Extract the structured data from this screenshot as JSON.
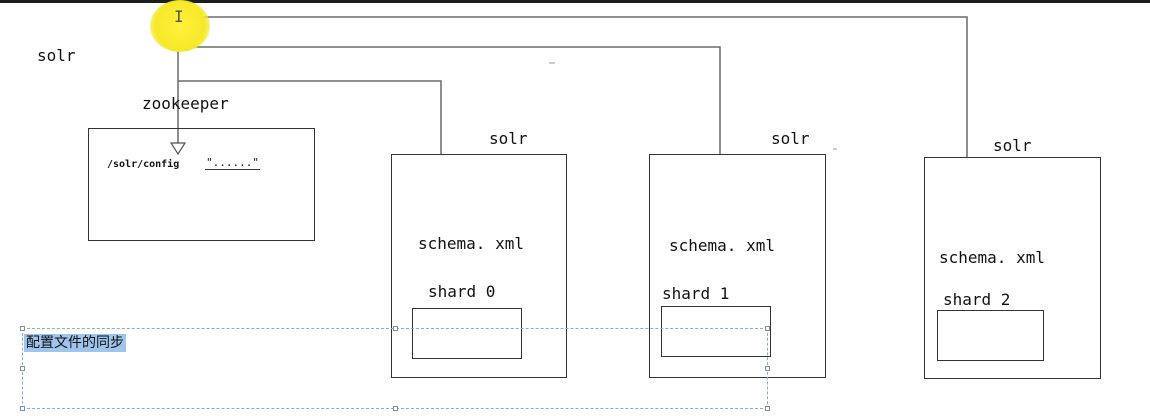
{
  "diagram": {
    "solr_label": "solr",
    "zookeeper": {
      "title": "zookeeper",
      "config_path": "/solr/config",
      "config_value": "\"......\""
    },
    "nodes": [
      {
        "title": "solr",
        "schema": "schema. xml",
        "shard": "shard 0"
      },
      {
        "title": "solr",
        "schema": "schema. xml",
        "shard": "shard 1"
      },
      {
        "title": "solr",
        "schema": "schema. xml",
        "shard": "shard 2"
      }
    ],
    "caption": "配置文件的同步"
  }
}
